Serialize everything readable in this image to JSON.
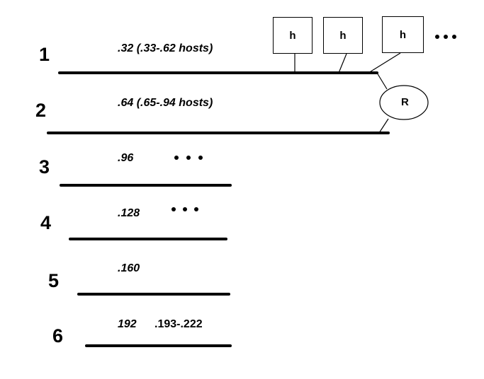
{
  "segments": [
    {
      "number": "1",
      "label": ".32 (.33-.62 hosts)"
    },
    {
      "number": "2",
      "label": ".64 (.65-.94 hosts)"
    },
    {
      "number": "3",
      "label": ".96"
    },
    {
      "number": "4",
      "label": ".128"
    },
    {
      "number": "5",
      "label": ".160"
    },
    {
      "number": "6",
      "label": "192",
      "extra": ".193-.222"
    }
  ],
  "hosts": [
    {
      "label": "h"
    },
    {
      "label": "h"
    },
    {
      "label": "h"
    }
  ],
  "router": {
    "label": "R"
  }
}
